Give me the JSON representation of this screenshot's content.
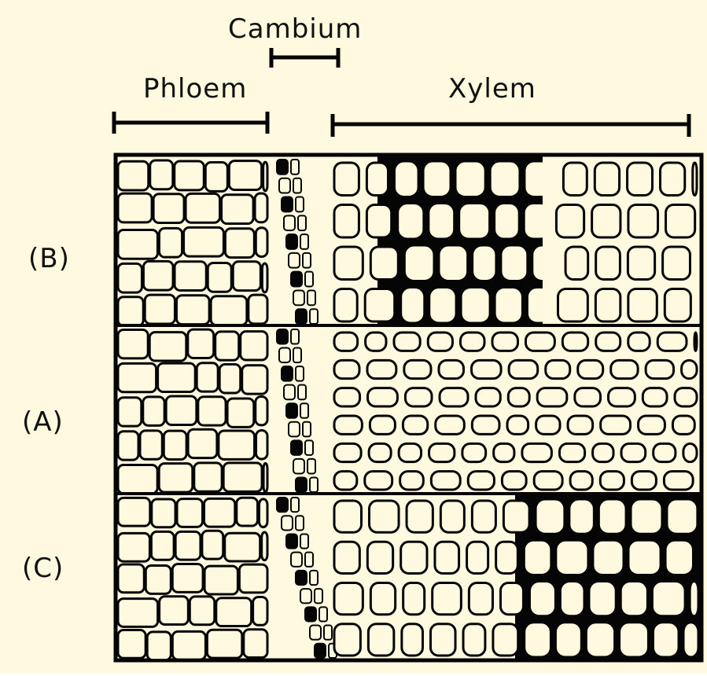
{
  "labels": {
    "cambium": "Cambium",
    "phloem": "Phloem",
    "xylem": "Xylem"
  },
  "rows": [
    {
      "label": "(B)"
    },
    {
      "label": "(A)"
    },
    {
      "label": "(C)"
    }
  ],
  "colors": {
    "paper": "#FFF9DF",
    "ink": "#050505"
  }
}
